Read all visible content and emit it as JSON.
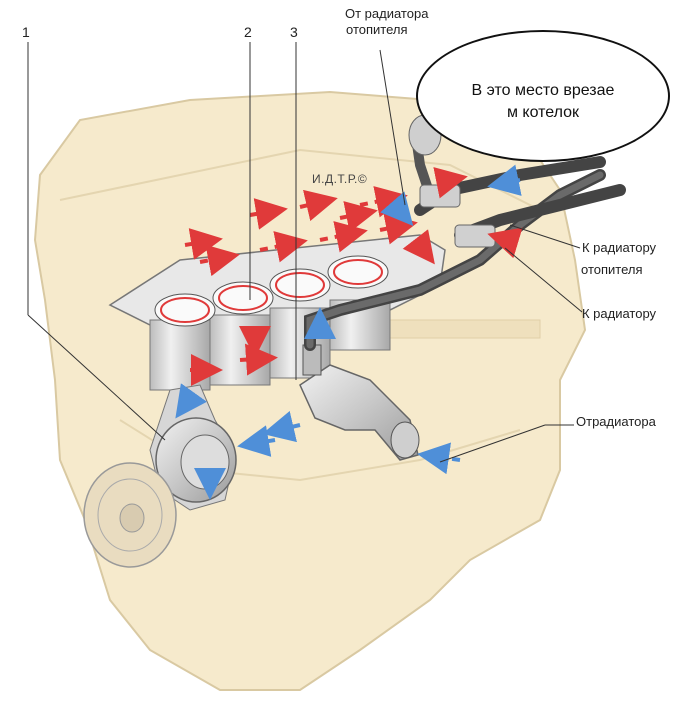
{
  "part_numbers": [
    "1",
    "2",
    "3"
  ],
  "watermark": "И.Д.Т.Р.©",
  "callout": {
    "line1": "В это место врезае",
    "line2": "м котелок"
  },
  "labels": {
    "from_heater_line1": "От радиатора",
    "from_heater_line2": "отопителя",
    "to_heater_line1": "К радиатору",
    "to_heater_line2": "отопителя",
    "to_radiator": "К радиатору",
    "from_radiator": "Отрадиатора"
  },
  "colors": {
    "engine_body": "#f6eacc",
    "engine_outline": "#d9c9a2",
    "hot_flow": "#e03a3a",
    "cold_flow": "#4f8fd8",
    "metal": "#cfcfcf"
  }
}
